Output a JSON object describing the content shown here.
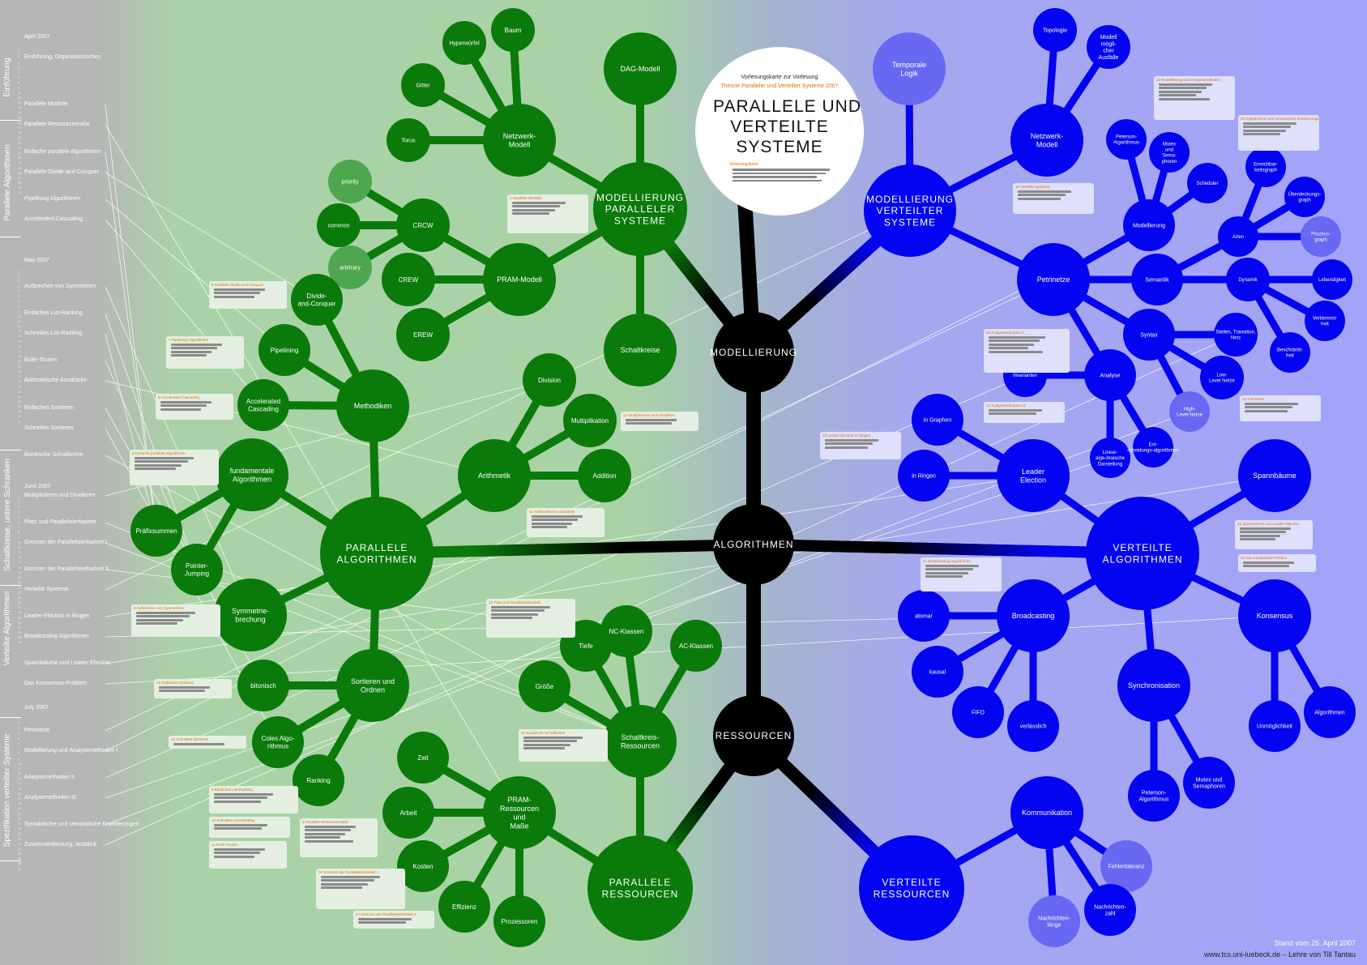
{
  "sidebar": {
    "sections": [
      "Einführung",
      "Parallele Algorithmen",
      "Schaltkreise, untere Schranken",
      "Verteilte Algorithmen",
      "Spezifikation verteilter Systeme"
    ],
    "months": [
      "April 2007",
      "May 2007",
      "June 2007",
      "July 2007"
    ],
    "lectures": [
      "Einführung, Organisatorisches",
      "Parallele Modelle",
      "Parallele Ressourcemaße",
      "Einfache parallele Algorithmen",
      "Parallele Divide-and-Conquer",
      "Pipelining Algorithmen",
      "Accelerated Cascading",
      "Aufbrechen von Symmetrien",
      "Einfaches List-Ranking",
      "Schnelles List-Ranking",
      "Euler-Touren",
      "Arithmetische Ausdrücke",
      "Einfaches Sortieren",
      "Schnelles Sortieren",
      "Boolesche Schaltkreise",
      "Multiplizieren und Dividieren",
      "Platz und Parallelisierbarkeit",
      "Grenzen der Parallelisierbarkeit I",
      "Grenzen der Parallelisierbarkeit II",
      "Verteilte Systeme",
      "Leader-Election in Ringen",
      "Broadcasting Algorithmen",
      "Spannbäume und Leader-Election",
      "Das Konsensus-Problem",
      "Petrinetze",
      "Modellierung und Analysemethoden I",
      "Analysemethoden II",
      "Analysemethoden III",
      "Syntaktische und semantische Erweiterungen",
      "Zusammenfassung, Ausblick"
    ]
  },
  "title": {
    "pre": "Vorlesungskarte zur Vorlesung",
    "course": "Theorie Paralleler und Verteilter Systeme 2007",
    "main_lines": [
      "PARALLELE UND",
      "VERTEILTE",
      "SYSTEME"
    ],
    "legend_heading": "Vorlesungskarte"
  },
  "hubs": [
    "Modellierung",
    "Algorithmen",
    "Ressourcen"
  ],
  "nodes": {
    "mod_par": "Modellierung Paralleler Systeme",
    "mod_vert": "Modellierung Verteilter Systeme",
    "alg_par": "Parallele Algorithmen",
    "alg_vert": "Verteilte Algorithmen",
    "res_par": "Parallele Ressourcen",
    "res_vert": "Verteilte Ressourcen",
    "dag": "DAG-Modell",
    "netzwerk_g": "Netzwerk-Modell",
    "baum": "Baum",
    "hyperwuerfel": "Hyperwürfel",
    "gitter": "Gitter",
    "torus": "Torus",
    "pram": "PRAM-Modell",
    "crcw": "CRCW",
    "crew": "CREW",
    "erew": "EREW",
    "priority": "priority",
    "common": "common",
    "arbitrary": "arbitrary",
    "schaltkreise": "Schaltkreise",
    "methodiken": "Methodiken",
    "divide": "Divide-and-Conquer",
    "pipelining": "Pipelining",
    "accelerated": "Accelerated Cascading",
    "fundamentale": "fundamentale Algorithmen",
    "praefix": "Präfixsummen",
    "pointer": "Pointer-Jumping",
    "symmetrie": "Symmetrie-brechung",
    "arithmetik": "Arithmetik",
    "division": "Division",
    "multiplikation": "Multiplikation",
    "addition": "Addition",
    "sortieren": "Sortieren und Ordnen",
    "bitonisch": "bitonisch",
    "coles": "Coles Algo-rithmus",
    "ranking": "Ranking",
    "pram_res": "PRAM-Ressourcen und Maße",
    "zeit": "Zeit",
    "arbeit": "Arbeit",
    "kosten": "Kosten",
    "effizienz": "Effizienz",
    "prozessoren": "Prozessoren",
    "schalt_res": "Schaltkreis-Ressourcen",
    "tiefe": "Tiefe",
    "groesse": "Größe",
    "nc": "NC-Klassen",
    "ac": "AC-Klassen",
    "temporale": "Temporale Logik",
    "netzwerk_b": "Netzwerk-Modell",
    "topologie": "Topologie",
    "ausfaelle": "Modell mögli-cher Ausfälle",
    "petrinetze": "Petrinetze",
    "peterson_m": "Peterson-Algorithmus",
    "mutex_m": "Mutex und Sema-phoren",
    "scheduler": "Scheduler",
    "modellierung_p": "Modellierung",
    "semantik": "Semantik",
    "syntax": "Syntax",
    "analyse": "Analyse",
    "arten": "Arten",
    "dynamik": "Dynamik",
    "erreichbar": "Erreichbar-keitsgraph",
    "ueberdeck": "Überdeckungs-graph",
    "prozess": "Prozess-graph",
    "lebendig": "Lebendigkeit",
    "verklemmt": "Verklemmt-heit",
    "beschraenkt": "Beschränkt-heit",
    "stellen": "Stellen, Transition, Netz",
    "invarianten": "Invarianten",
    "lowlevel": "Low-Level Netze",
    "highlevel": "High-Level Netze",
    "linear": "Linear-alge-braische Darstellung",
    "entscheid": "Ent-scheidungs-algorithmen",
    "leader": "Leader Election",
    "in_graphen": "in Graphen",
    "in_ringen": "in Ringen",
    "spannbaeume": "Spannbäume",
    "broadcasting": "Broadcasting",
    "atomar": "atomar",
    "kausal": "kausal",
    "fifo": "FIFO",
    "verlaesslich": "verlässlich",
    "konsensus": "Konsensus",
    "unmoeglich": "Unmöglichkeit",
    "algorithmen_k": "Algorithmen",
    "synchronisation": "Synchronisation",
    "peterson_s": "Peterson-Algorithmus",
    "mutex_s": "Mutex und Semaphoren",
    "kommunikation": "Kommunikation",
    "fehlertoleranz": "Fehlertoleranz",
    "nachrichtenzahl": "Nachrichten-zahl",
    "nachrichtenlaenge": "Nachrichten-länge"
  },
  "notes": [
    {
      "side": "green",
      "title": "1 Parallele Modelle",
      "lines": 4
    },
    {
      "side": "green",
      "title": "6 Parallele Divide-and-Conquer",
      "lines": 3
    },
    {
      "side": "green",
      "title": "7 Pipelining Algorithmen",
      "lines": 4
    },
    {
      "side": "green",
      "title": "8 Accelerated Cascading",
      "lines": 3
    },
    {
      "side": "green",
      "title": "4 Einfache parallele Algorithmen",
      "lines": 4
    },
    {
      "side": "green",
      "title": "12 Multiplizieren und Dividieren",
      "lines": 2
    },
    {
      "side": "green",
      "title": "11 Arithmetische Ausdrücke",
      "lines": 4
    },
    {
      "side": "green",
      "title": "9 Aufbrechen von Symmetrien",
      "lines": 4
    },
    {
      "side": "green",
      "title": "14 Platz und Parallelisierbarkeit",
      "lines": 4
    },
    {
      "side": "green",
      "title": "12 Einfaches Sortieren",
      "lines": 2
    },
    {
      "side": "green",
      "title": "13 Schnelles Sortieren",
      "lines": 1
    },
    {
      "side": "green",
      "title": "15 Boolesche Schaltkreise",
      "lines": 4
    },
    {
      "side": "green",
      "title": "9 Einfaches List-Ranking",
      "lines": 3
    },
    {
      "side": "green",
      "title": "10 Schnelles List-Ranking",
      "lines": 2
    },
    {
      "side": "green",
      "title": "11 Euler-Touren",
      "lines": 3
    },
    {
      "side": "green",
      "title": "2 Parallele Ressourcemaße",
      "lines": 5
    },
    {
      "side": "green",
      "title": "16 Grenzen der Parallelisierbarkeit I",
      "lines": 4
    },
    {
      "side": "green",
      "title": "17 Grenzen der Parallelisierbarkeit II",
      "lines": 2
    },
    {
      "side": "blue",
      "title": "22 Modellierung und Analysemethoden",
      "lines": 5
    },
    {
      "side": "blue",
      "title": "24 Syntaktische und semantische Erweiterungen",
      "lines": 4
    },
    {
      "side": "blue",
      "title": "18 Verteilte Systeme",
      "lines": 3
    },
    {
      "side": "blue",
      "title": "23 Analysemethoden II",
      "lines": 5
    },
    {
      "side": "blue",
      "title": "24 Analysemethoden III",
      "lines": 2
    },
    {
      "side": "blue",
      "title": "20 Petrinetze",
      "lines": 3
    },
    {
      "side": "blue",
      "title": "19 Leader-Election in Ringen",
      "lines": 3
    },
    {
      "side": "blue",
      "title": "21 Spannbäume und Leader-Election",
      "lines": 4
    },
    {
      "side": "blue",
      "title": "22 Das Konsensus-Problem",
      "lines": 2
    },
    {
      "side": "blue",
      "title": "21 Broadcasting Algorithmen",
      "lines": 4
    }
  ],
  "footer": {
    "stand": "Stand vom 25. April 2007",
    "url": "www.tcs.uni-luebeck.de",
    "credit": " – Lehre von Till Tantau"
  },
  "colors": {
    "green": "#0a7a0a",
    "green_light": "#4ea64e",
    "blue": "#0404f0",
    "blue_light": "#6868f2",
    "hub": "#000000"
  }
}
